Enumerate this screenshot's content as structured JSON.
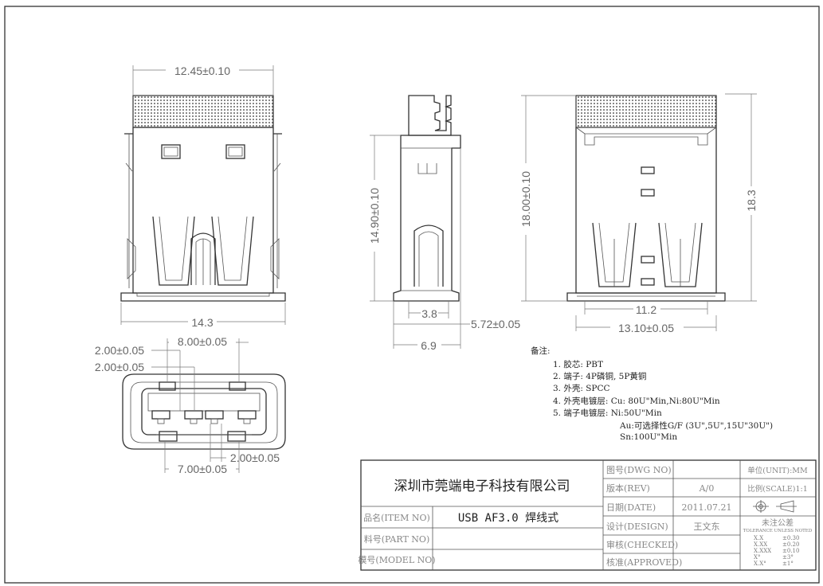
{
  "dimensions": {
    "front_width": "12.45±0.10",
    "front_outer": "14.3",
    "side_height": "14.90±0.10",
    "side_pin_pitch": "3.8",
    "side_offset": "5.72±0.05",
    "side_depth": "6.9",
    "back_height": "18.00±0.10",
    "back_total_height": "18.3",
    "back_inner": "11.2",
    "back_width": "13.10±0.05",
    "bottom_width": "8.00±0.05",
    "bottom_left_1": "2.00±0.05",
    "bottom_left_2": "2.00±0.05",
    "bottom_right": "2.00±0.05",
    "bottom_pitch": "7.00±0.05"
  },
  "notes": {
    "title": "备注:",
    "items": [
      "1. 胶芯: PBT",
      "2. 端子: 4P磷铜, 5P黄铜",
      "3. 外壳: SPCC",
      "4. 外壳电镀层: Cu: 80U\"Min,Ni:80U\"Min",
      "5. 端子电镀层: Ni:50U\"Min",
      "Au:可选择性G/F (3U\",5U\",15U\"30U\")",
      "Sn:100U\"Min"
    ]
  },
  "title_block": {
    "company": "深圳市莞端电子科技有限公司",
    "item_label": "品名(ITEM NO)",
    "item_value": "USB AF3.0 焊线式",
    "part_label": "料号(PART NO)",
    "model_label": "模号(MODEL NO)",
    "dwg_label": "图号(DWG NO)",
    "rev_label": "版本(REV)",
    "rev_value": "A/0",
    "date_label": "日期(DATE)",
    "date_value": "2011.07.21",
    "design_label": "设计(DESIGN)",
    "design_value": "王文东",
    "checked_label": "审核(CHECKED)",
    "approved_label": "核准(APPROVED)",
    "unit_label": "单位(UNIT):MM",
    "scale_label": "比例(SCALE)1:1",
    "tolerance_title": "未注公差",
    "tolerance_sub": "TOLERANCE UNLESS NOTED",
    "tolerances": [
      {
        "k": "X.X",
        "v": "±0.30"
      },
      {
        "k": "X.XX",
        "v": "±0.20"
      },
      {
        "k": "X.XXX",
        "v": "±0.10"
      },
      {
        "k": "X°",
        "v": "±3°"
      },
      {
        "k": "X.X°",
        "v": "±1°"
      }
    ]
  }
}
